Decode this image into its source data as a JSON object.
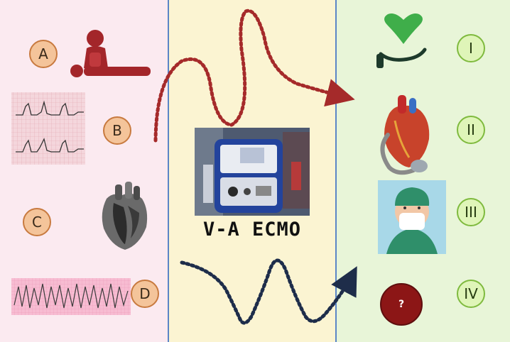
{
  "left_labels": {
    "a": "A",
    "b": "B",
    "c": "C",
    "d": "D"
  },
  "center": {
    "title": "V-A ECMO"
  },
  "right_labels": {
    "i": "I",
    "ii": "II",
    "iii": "III",
    "iv": "IV"
  },
  "unknown_badge": {
    "text": "?"
  },
  "icons": {
    "a": "cpr-icon",
    "b": "ecg-strip-icon",
    "c": "heart-anatomy-icon",
    "d": "ventricular-fibrillation-icon",
    "i": "heart-in-hand-icon",
    "ii": "heart-with-cannula-icon",
    "iii": "surgeon-icon",
    "iv": "question-mark-icon",
    "center": "ecmo-machine-photo"
  },
  "colors": {
    "left_panel": "#fbeaf0",
    "middle_panel": "#fbf4d2",
    "right_panel": "#e8f5d8",
    "divider": "#5b86c7",
    "letter_circle": "#f4c49a",
    "roman_circle": "#dff5b8",
    "arrow_top": "#a52a2a",
    "arrow_bottom": "#1e2d4a"
  }
}
